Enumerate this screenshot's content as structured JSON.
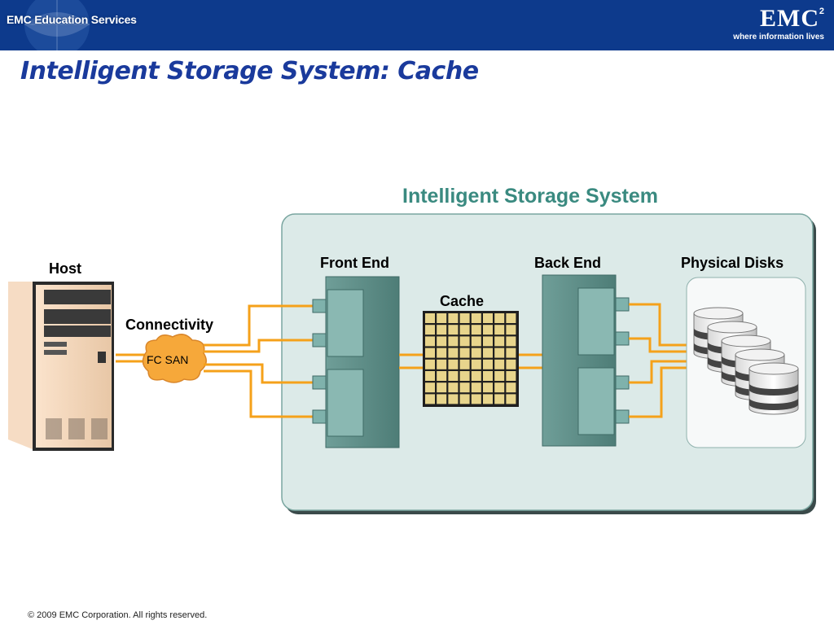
{
  "header": {
    "brand_left": "EMC Education Services",
    "logo_name": "EMC",
    "logo_superscript": "2",
    "logo_tagline": "where information lives",
    "background_color": "#0d3a8c"
  },
  "slide": {
    "title": "Intelligent Storage System: Cache",
    "title_color": "#1a3a9c"
  },
  "diagram": {
    "system_title": "Intelligent Storage System",
    "host_label": "Host",
    "connectivity_label": "Connectivity",
    "fc_san_label": "FC SAN",
    "front_end_label": "Front End",
    "cache_label": "Cache",
    "back_end_label": "Back End",
    "physical_disks_label": "Physical Disks",
    "colors": {
      "system_title": "#3a8a80",
      "connection_lines": "#f5a11a",
      "cloud": "#f6a83a",
      "cache_cell": "#e8d58c",
      "controller": "#5e8e88"
    }
  },
  "footer": {
    "copyright": "© 2009 EMC Corporation. All rights reserved."
  }
}
